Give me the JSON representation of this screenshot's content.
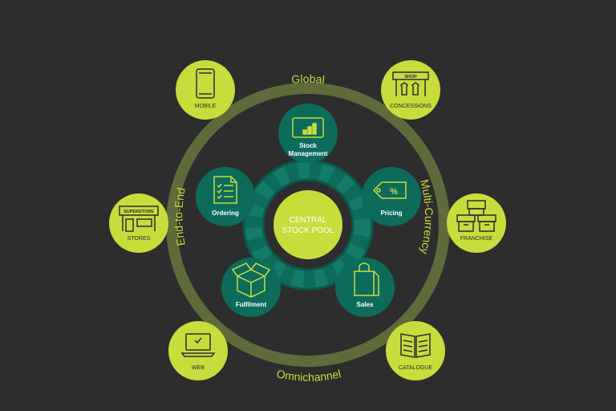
{
  "center": {
    "line1": "CENTRAL",
    "line2": "STOCK POOL"
  },
  "ring_labels": {
    "top": "Global",
    "right": "Multi-Currency",
    "bottom": "Omnichannel",
    "left": "End-to-End"
  },
  "inner_nodes": {
    "stock": {
      "line1": "Stock",
      "line2": "Management",
      "icon": "chart-icon"
    },
    "pricing": {
      "label": "Pricing",
      "icon": "price-tag-icon"
    },
    "sales": {
      "label": "Sales",
      "icon": "shopping-bag-icon"
    },
    "fulfilment": {
      "label": "Fulfilment",
      "icon": "box-icon"
    },
    "ordering": {
      "label": "Ordering",
      "icon": "checklist-icon"
    }
  },
  "outer_nodes": {
    "mobile": {
      "label": "MOBILE",
      "icon": "smartphone-icon"
    },
    "concessions": {
      "label": "CONCESSIONS",
      "sign": "SHOP",
      "icon": "shop-icon"
    },
    "franchise": {
      "label": "FRANCHISE",
      "icon": "franchise-icon"
    },
    "catalogue": {
      "label": "CATALOGUE",
      "icon": "open-book-icon"
    },
    "web": {
      "label": "WEB",
      "icon": "laptop-icon"
    },
    "stores": {
      "label": "STORES",
      "sign": "SUPERSTORE",
      "icon": "store-icon"
    }
  },
  "colors": {
    "background": "#2d2d2d",
    "lime": "#c8dc3c",
    "teal": "#0d6b5c",
    "teal_light": "#1a7d6b",
    "ring": "#5f6b3a",
    "center": "#c8dc3c"
  }
}
